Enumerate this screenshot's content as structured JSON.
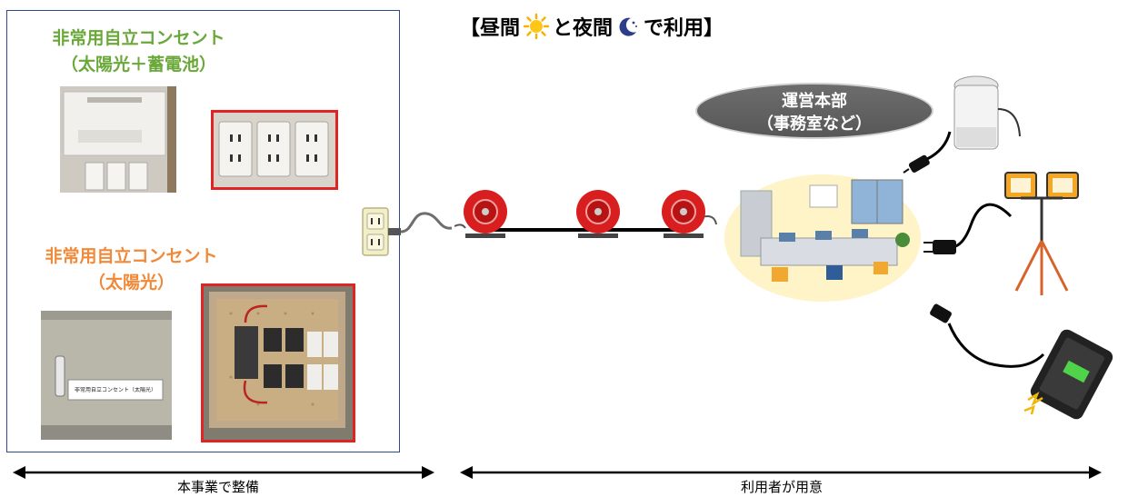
{
  "header": {
    "title_part1": "【昼間",
    "title_part2": "と夜間",
    "title_part3": "で利用】"
  },
  "left_panel": {
    "solar_battery": {
      "line1": "非常用自立コンセント",
      "line2": "（太陽光＋蓄電池）"
    },
    "solar_only": {
      "line1": "非常用自立コンセント",
      "line2": "（太陽光）"
    },
    "panel_label": "非常用自立コンセント（太陽光）"
  },
  "headquarters": {
    "line1": "運営本部",
    "line2": "（事務室など）"
  },
  "arrows": {
    "left_caption": "本事業で整備",
    "right_caption": "利用者が用意"
  },
  "colors": {
    "green_title": "#6aa83a",
    "orange_title": "#f08a3a",
    "box_border": "#2e4a8f",
    "highlight_border": "#e02424",
    "reel_red": "#d81e1e"
  },
  "icons": [
    "sun-icon",
    "moon-icon",
    "outlet-icon",
    "cable-reel-icon",
    "plug-icon",
    "kettle-icon",
    "work-light-icon",
    "smartphone-icon",
    "office-illustration"
  ]
}
